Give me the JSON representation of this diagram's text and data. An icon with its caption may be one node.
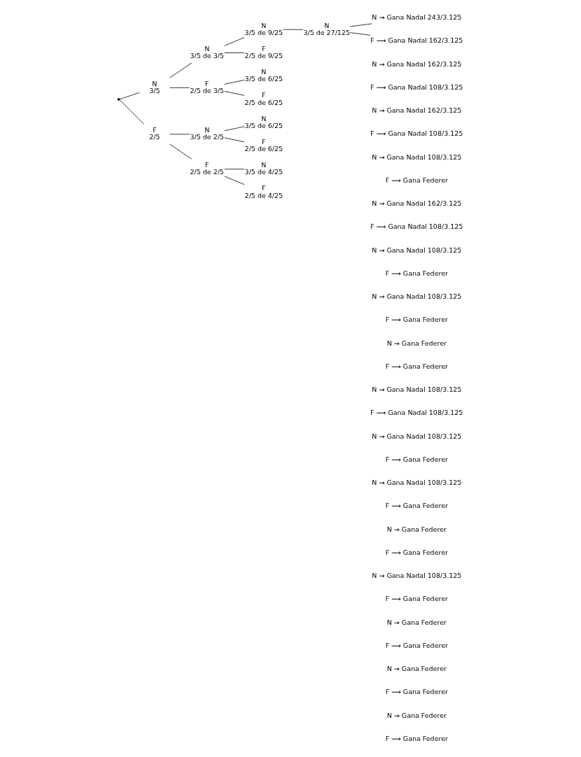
{
  "diagram": {
    "nodes": [
      {
        "text": [],
        "shape": "point"
      },
      {
        "text": [
          "N",
          "3/5"
        ]
      },
      {
        "text": [
          "N",
          "3/5 de 3/5"
        ]
      },
      {
        "text": [
          "N",
          "3/5 de 9/25"
        ]
      },
      {
        "text": [
          "N",
          "3/5 de 27/125"
        ]
      },
      {
        "text": [
          "N → Gana Nadal 243/3.125"
        ]
      },
      {
        "text": [
          "F ⟶ Gana Nadal 162/3.125"
        ]
      },
      {
        "text": [
          "F",
          "2/5 de 9/25"
        ]
      },
      {
        "text": [
          "F",
          "2/5 de 3/5"
        ]
      },
      {
        "text": [
          "N",
          "3/5 de 6/25"
        ]
      },
      {
        "text": [
          "F",
          "2/5 de 6/25"
        ]
      },
      {
        "text": [
          "F",
          "2/5"
        ]
      },
      {
        "text": [
          "N",
          "3/5 de 2/5"
        ]
      },
      {
        "text": [
          "N",
          "3/5 de 6/25"
        ]
      },
      {
        "text": [
          "F",
          "2/5 de 6/25"
        ]
      },
      {
        "text": [
          "F",
          "2/5 de 2/5"
        ]
      },
      {
        "text": [
          "N",
          "3/5 de 4/25"
        ]
      },
      {
        "text": [
          "F",
          "2/5 de 4/25"
        ]
      }
    ],
    "edges": [
      {
        "from": 0,
        "to": 1,
        "arrow": "none"
      },
      {
        "from": 0,
        "to": 11,
        "arrow": "none"
      },
      {
        "from": 1,
        "to": 2,
        "arrow": "none"
      },
      {
        "from": 1,
        "to": 8,
        "arrow": "none"
      },
      {
        "from": 2,
        "to": 3,
        "arrow": "none"
      },
      {
        "from": 2,
        "to": 7,
        "arrow": "none"
      },
      {
        "from": 3,
        "to": 4,
        "arrow": "none"
      },
      {
        "from": 4,
        "to": 5,
        "arrow": "none"
      },
      {
        "from": 4,
        "to": 6,
        "arrow": "none"
      },
      {
        "from": 8,
        "to": 9,
        "arrow": "none"
      },
      {
        "from": 8,
        "to": 10,
        "arrow": "none"
      },
      {
        "from": 11,
        "to": 12,
        "arrow": "none"
      },
      {
        "from": 11,
        "to": 15,
        "arrow": "none"
      },
      {
        "from": 12,
        "to": 13,
        "arrow": "none"
      },
      {
        "from": 12,
        "to": 14,
        "arrow": "none"
      },
      {
        "from": 15,
        "to": 16,
        "arrow": "none"
      },
      {
        "from": 15,
        "to": 17,
        "arrow": "none"
      }
    ],
    "labels": [
      "N → Gana Nadal 162/3.125",
      "F ⟶ Gana Nadal 108/3.125",
      "N → Gana Nadal 162/3.125",
      "F ⟶ Gana Nadal 108/3.125",
      "N → Gana Nadal 108/3.125",
      "F ⟶ Gana Federer",
      "N → Gana Nadal 162/3.125",
      "F ⟶ Gana Nadal 108/3.125",
      "N → Gana Nadal 108/3.125",
      "F ⟶ Gana Federer",
      "N → Gana Nadal 108/3.125",
      "F ⟶ Gana Federer",
      "N → Gana Federer",
      "F ⟶ Gana Federer",
      "N → Gana Nadal 108/3.125",
      "F ⟶ Gana Nadal 108/3.125",
      "N → Gana Nadal 108/3.125",
      "F ⟶ Gana Federer",
      "N → Gana Nadal 108/3.125",
      "F ⟶ Gana Federer",
      "N → Gana Federer",
      "F ⟶ Gana Federer",
      "N → Gana Nadal 108/3.125",
      "F ⟶ Gana Federer",
      "N → Gana Federer",
      "F ⟶ Gana Federer",
      "N → Gana Federer",
      "F ⟶ Gana Federer",
      "N → Gana Federer",
      "F ⟶ Gana Federer"
    ]
  }
}
